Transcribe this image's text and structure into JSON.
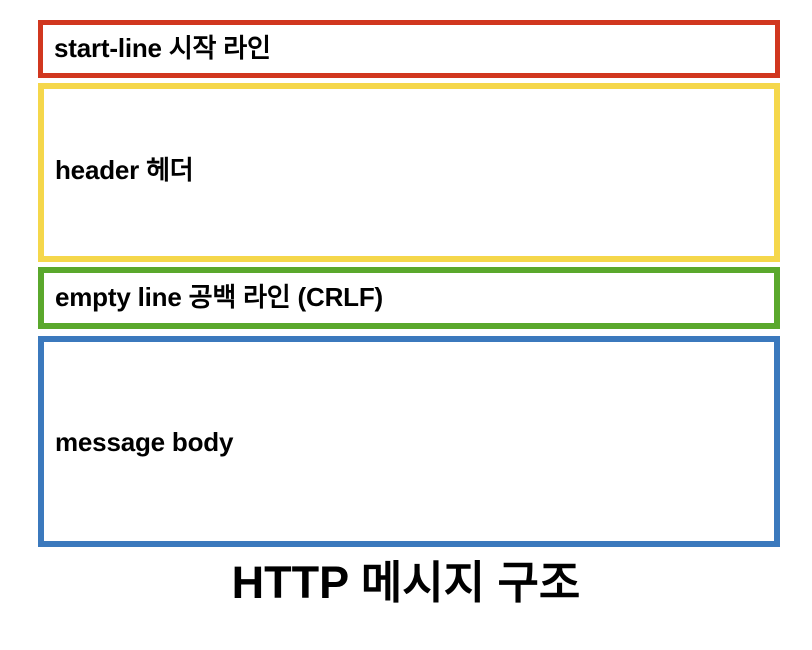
{
  "diagram": {
    "caption": "HTTP 메시지 구조",
    "boxes": [
      {
        "id": "start-line",
        "label": "start-line 시작 라인",
        "border_color": "#D1371F"
      },
      {
        "id": "header",
        "label": "header 헤더",
        "border_color": "#F5D74B"
      },
      {
        "id": "empty-line",
        "label": "empty line 공백 라인 (CRLF)",
        "border_color": "#5AA82C"
      },
      {
        "id": "message-body",
        "label": "message body",
        "border_color": "#3B79BD"
      }
    ]
  }
}
